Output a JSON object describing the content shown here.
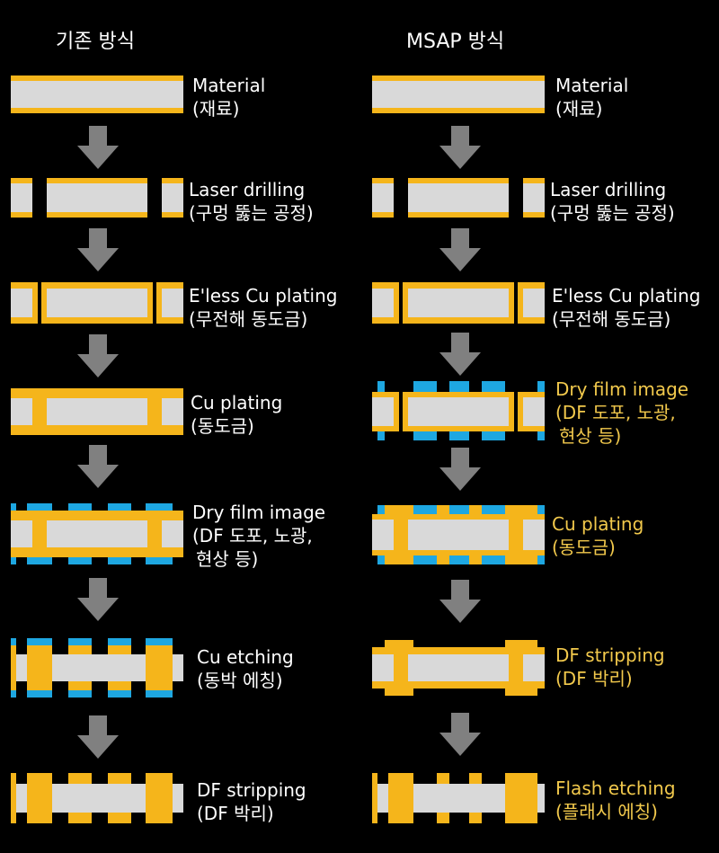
{
  "columns": [
    {
      "title": "기존 방식",
      "steps": [
        {
          "line1": "Material",
          "line2": "(재료)"
        },
        {
          "line1": "Laser drilling",
          "line2": "(구멍 뚫는 공정)"
        },
        {
          "line1": "E'less Cu plating",
          "line2": "(무전해 동도금)"
        },
        {
          "line1": "Cu plating",
          "line2": "(동도금)"
        },
        {
          "line1": "Dry film image",
          "line2": "(DF 도포, 노광,",
          "line3": "현상 등)"
        },
        {
          "line1": "Cu etching",
          "line2": "(동박 에칭)"
        },
        {
          "line1": "DF stripping",
          "line2": "(DF 박리)"
        }
      ]
    },
    {
      "title": "MSAP 방식",
      "steps": [
        {
          "line1": "Material",
          "line2": "(재료)"
        },
        {
          "line1": "Laser drilling",
          "line2": "(구멍 뚫는 공정)"
        },
        {
          "line1": "E'less Cu plating",
          "line2": "(무전해 동도금)"
        },
        {
          "line1": "Dry film image",
          "line2": "(DF 도포, 노광,",
          "line3": "현상 등)"
        },
        {
          "line1": "Cu plating",
          "line2": "(동도금)"
        },
        {
          "line1": "DF stripping",
          "line2": "(DF 박리)"
        },
        {
          "line1": "Flash etching",
          "line2": "(플래시 에칭)"
        }
      ]
    }
  ],
  "colors": {
    "background": "#000000",
    "copper": "#f5b51b",
    "substrate": "#d9d9d9",
    "dry_film": "#1ea7e1",
    "arrow": "#808080",
    "highlight_text": "#f2c94c",
    "text": "#ffffff"
  }
}
